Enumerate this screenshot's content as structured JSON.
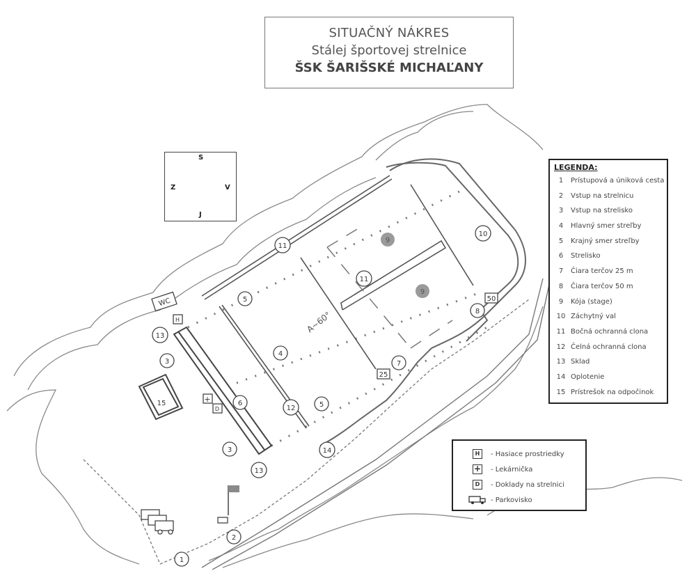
{
  "title": {
    "line1": "SITUAČNÝ NÁKRES",
    "line2": "Stálej športovej strelnice",
    "line3": "ŠSK ŠARIŠSKÉ MICHAĽANY"
  },
  "compass": {
    "north": "S",
    "south": "J",
    "west": "Z",
    "east": "V"
  },
  "legend": {
    "heading": "LEGENDA:",
    "items": [
      {
        "num": "1",
        "label": "Prístupová a úniková cesta"
      },
      {
        "num": "2",
        "label": "Vstup na strelnicu"
      },
      {
        "num": "3",
        "label": "Vstup na strelisko"
      },
      {
        "num": "4",
        "label": "Hlavný smer streľby"
      },
      {
        "num": "5",
        "label": "Krajný smer streľby"
      },
      {
        "num": "6",
        "label": "Strelisko"
      },
      {
        "num": "7",
        "label": "Čiara terčov 25 m"
      },
      {
        "num": "8",
        "label": "Čiara terčov 50 m"
      },
      {
        "num": "9",
        "label": "Kója (stage)"
      },
      {
        "num": "10",
        "label": "Záchytný val"
      },
      {
        "num": "11",
        "label": "Bočná ochranná clona"
      },
      {
        "num": "12",
        "label": "Čelná ochranná clona"
      },
      {
        "num": "13",
        "label": "Sklad"
      },
      {
        "num": "14",
        "label": "Oplotenie"
      },
      {
        "num": "15",
        "label": "Prístrešok na odpočinok"
      }
    ]
  },
  "symbols": [
    {
      "glyph": "H",
      "icon": "fire-extinguisher-icon",
      "label": "- Hasiace prostriedky"
    },
    {
      "glyph": "+",
      "icon": "first-aid-icon",
      "label": "- Lekárnička"
    },
    {
      "glyph": "D",
      "icon": "documents-icon",
      "label": "- Doklady na strelnici"
    },
    {
      "glyph": "",
      "icon": "parking-truck-icon",
      "label": "- Parkovisko"
    }
  ],
  "map": {
    "wc": "WC",
    "angle": "A~60°",
    "distance_25": "25",
    "distance_50": "50",
    "storage_symbol": "H",
    "aid_symbol": "+",
    "doc_symbol": "D",
    "markers": [
      "1",
      "2",
      "3",
      "3",
      "4",
      "5",
      "5",
      "6",
      "7",
      "8",
      "9",
      "9",
      "10",
      "11",
      "11",
      "12",
      "13",
      "13",
      "14",
      "15"
    ]
  },
  "colors": {
    "line": "#555555",
    "stage_fill": "#9a9a9a",
    "flag": "#8a8a8a"
  }
}
